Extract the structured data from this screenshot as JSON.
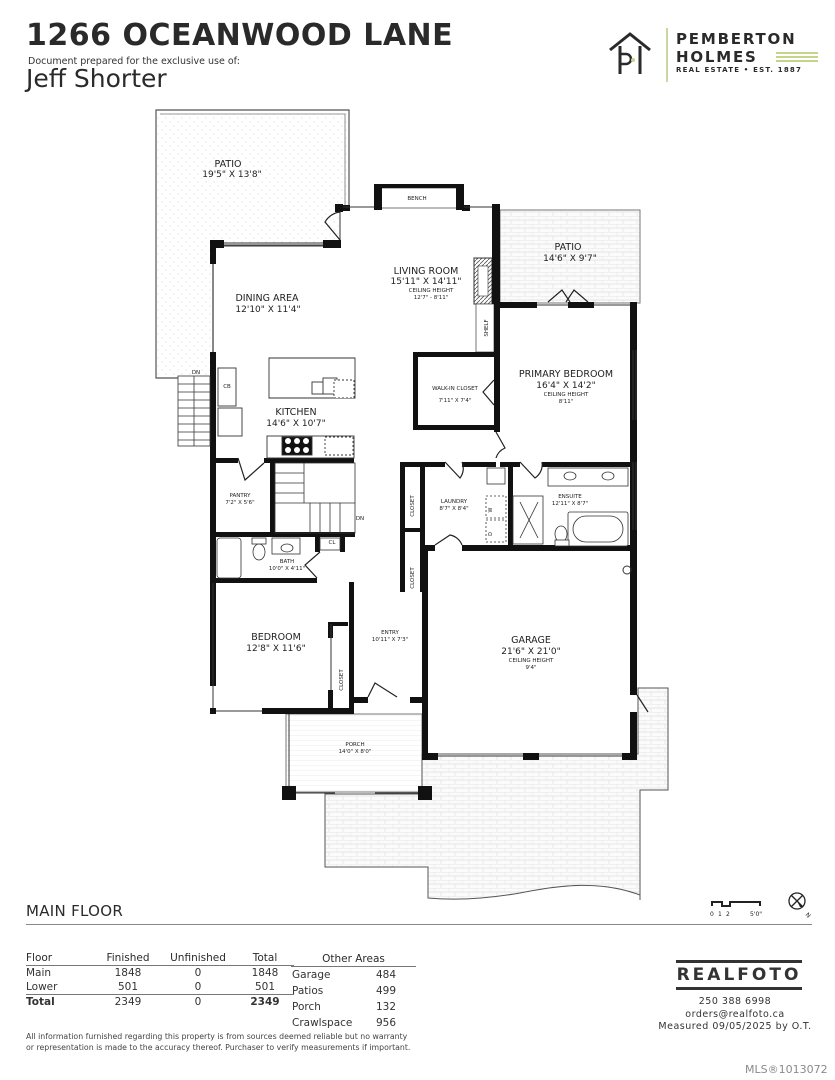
{
  "header": {
    "address": "1266 OCEANWOOD LANE",
    "prepared_for_label": "Document prepared for the exclusive use of:",
    "client_name": "Jeff Shorter"
  },
  "brand": {
    "line1": "PEMBERTON",
    "line2": "HOLMES",
    "line3": "REAL ESTATE • EST. 1887",
    "accent_color": "#c4d48a"
  },
  "floor_plan": {
    "floor_name": "MAIN FLOOR",
    "rooms": [
      {
        "name": "PATIO",
        "dims": "19'5\" X 13'8\""
      },
      {
        "name": "BENCH",
        "dims": ""
      },
      {
        "name": "PATIO",
        "dims": "14'6\" X 9'7\""
      },
      {
        "name": "LIVING ROOM",
        "dims": "15'11\" X 14'11\"",
        "ceiling_label": "CEILING HEIGHT",
        "ceiling": "12'7\" - 8'11\""
      },
      {
        "name": "DINING AREA",
        "dims": "12'10\" X 11'4\""
      },
      {
        "name": "SHELF",
        "dims": ""
      },
      {
        "name": "PRIMARY BEDROOM",
        "dims": "16'4\" X 14'2\"",
        "ceiling_label": "CEILING HEIGHT",
        "ceiling": "8'11\""
      },
      {
        "name": "WALK-IN CLOSET",
        "dims": "7'11\" X 7'4\""
      },
      {
        "name": "KITCHEN",
        "dims": "14'6\" X 10'7\""
      },
      {
        "name": "CB",
        "dims": ""
      },
      {
        "name": "DN",
        "dims": ""
      },
      {
        "name": "PANTRY",
        "dims": "7'2\" X 5'6\""
      },
      {
        "name": "DN",
        "dims": ""
      },
      {
        "name": "CLOSET",
        "dims": ""
      },
      {
        "name": "LAUNDRY",
        "dims": "8'7\" X 8'4\""
      },
      {
        "name": "ENSUITE",
        "dims": "12'11\" X 8'7\""
      },
      {
        "name": "BATH",
        "dims": "10'0\" X 4'11\""
      },
      {
        "name": "CL",
        "dims": ""
      },
      {
        "name": "CLOSET",
        "dims": ""
      },
      {
        "name": "BEDROOM",
        "dims": "12'8\" X 11'6\""
      },
      {
        "name": "CLOSET",
        "dims": ""
      },
      {
        "name": "ENTRY",
        "dims": "10'11\" X 7'3\""
      },
      {
        "name": "GARAGE",
        "dims": "21'6\" X 21'0\"",
        "ceiling_label": "CEILING HEIGHT",
        "ceiling": "9'4\""
      },
      {
        "name": "PORCH",
        "dims": "14'0\" X 8'0\""
      }
    ],
    "appliance_labels": {
      "dryer": "D",
      "washer": "W"
    },
    "scale": {
      "ticks": [
        "0",
        "1",
        "2",
        "5'0\""
      ]
    },
    "north_label": "N"
  },
  "areas_table": {
    "headers": [
      "Floor",
      "Finished",
      "Unfinished",
      "Total"
    ],
    "rows": [
      [
        "Main",
        "1848",
        "0",
        "1848"
      ],
      [
        "Lower",
        "501",
        "0",
        "501"
      ]
    ],
    "total_row": [
      "Total",
      "2349",
      "0",
      "2349"
    ]
  },
  "other_areas": {
    "header": "Other Areas",
    "rows": [
      [
        "Garage",
        "484"
      ],
      [
        "Patios",
        "499"
      ],
      [
        "Porch",
        "132"
      ],
      [
        "Crawlspace",
        "956"
      ]
    ]
  },
  "disclaimer": "All information furnished regarding this property is from sources deemed reliable but no warranty or representation is made to the accuracy thereof. Purchaser to verify measurements if important.",
  "realfoto": {
    "name": "REALFOTO",
    "phone": "250 388 6998",
    "email": "orders@realfoto.ca",
    "measured": "Measured 09/05/2025 by O.T."
  },
  "mls": "MLS®1013072"
}
